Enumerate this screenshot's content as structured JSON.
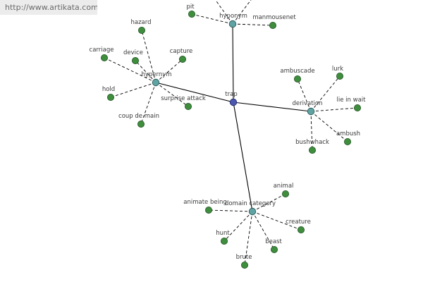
{
  "url": "http://www.artikata.com",
  "colors": {
    "leaf": "#3e8e3e",
    "hub": "#5fa3a3",
    "root": "#4c58b0"
  },
  "graph": {
    "root": {
      "id": "trap",
      "label": "trap"
    },
    "hubs": [
      {
        "id": "hyponym",
        "label": "hyponym",
        "leaves": [
          {
            "label": "pit"
          },
          {
            "label": "manmousenet"
          },
          {
            "label": ""
          },
          {
            "label": ""
          }
        ]
      },
      {
        "id": "hypernym",
        "label": "hypernym",
        "leaves": [
          {
            "label": "hazard"
          },
          {
            "label": "carriage"
          },
          {
            "label": "device"
          },
          {
            "label": "capture"
          },
          {
            "label": "hold"
          },
          {
            "label": "surprise attack"
          },
          {
            "label": "coup de main"
          }
        ]
      },
      {
        "id": "derivation",
        "label": "derivation",
        "leaves": [
          {
            "label": "ambuscade"
          },
          {
            "label": "lurk"
          },
          {
            "label": "lie in wait"
          },
          {
            "label": "ambush"
          },
          {
            "label": "bushwhack"
          }
        ]
      },
      {
        "id": "domain-category",
        "label": "domain category",
        "leaves": [
          {
            "label": "animal"
          },
          {
            "label": "animate being"
          },
          {
            "label": "creature"
          },
          {
            "label": "hunt"
          },
          {
            "label": "beast"
          },
          {
            "label": "brute"
          }
        ]
      }
    ]
  }
}
